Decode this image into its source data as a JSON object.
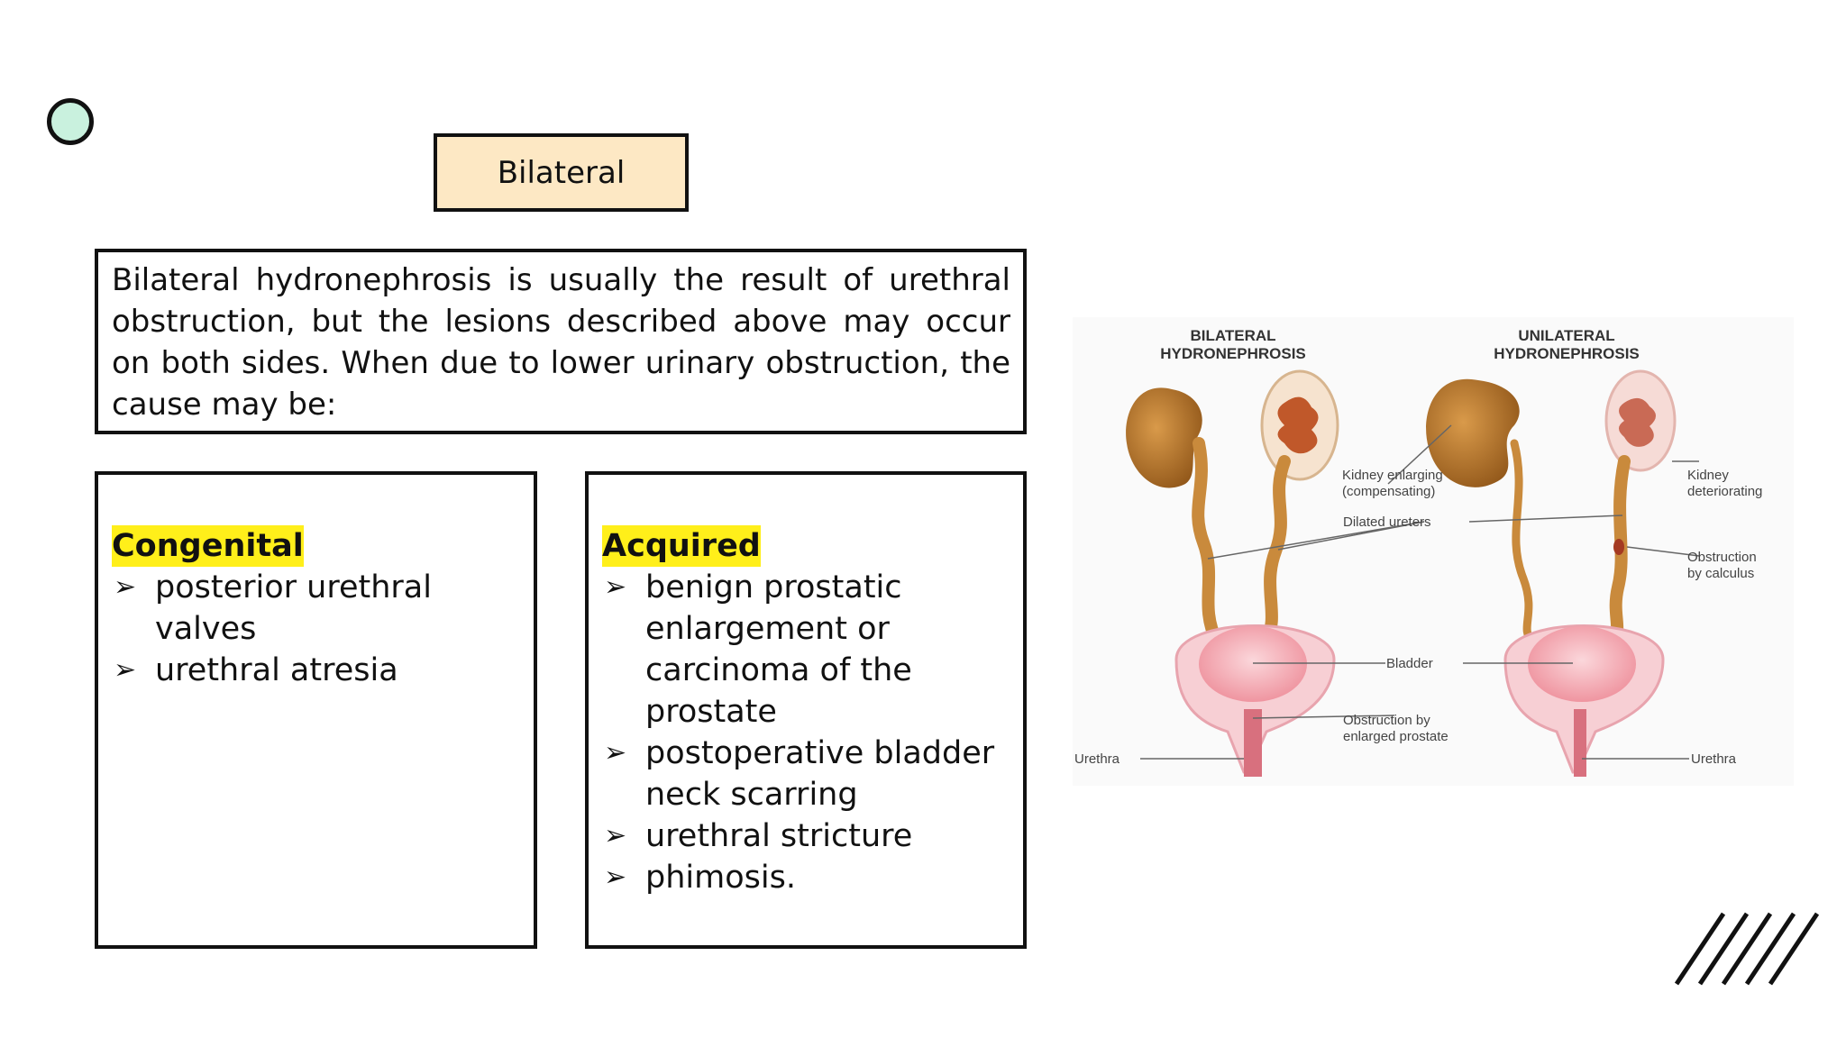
{
  "slide": {
    "title": "Bilateral",
    "intro": "Bilateral hydronephrosis is usually the result of urethral obstruction, but the lesions described above may occur on both sides. When due to lower urinary obstruction, the cause may be:"
  },
  "categories": {
    "congenital": {
      "title": "Congenital",
      "items": [
        "posterior urethral valves",
        "urethral atresia"
      ]
    },
    "acquired": {
      "title": "Acquired",
      "items": [
        "benign prostatic enlargement or carcinoma of the prostate",
        "postoperative bladder neck scarring",
        "urethral stricture",
        "phimosis."
      ]
    }
  },
  "bullet_glyph": "➢",
  "figure": {
    "heading_left": [
      "BILATERAL",
      "HYDRONEPHROSIS"
    ],
    "heading_right": [
      "UNILATERAL",
      "HYDRONEPHROSIS"
    ],
    "labels": {
      "kidney_enlarging": [
        "Kidney enlarging",
        "(compensating)"
      ],
      "dilated_ureters": "Dilated ureters",
      "bladder": "Bladder",
      "obstruction_prostate": [
        "Obstruction by",
        "enlarged prostate"
      ],
      "urethra_left": "Urethra",
      "urethra_right": "Urethra",
      "kidney_deteriorating": [
        "Kidney",
        "deteriorating"
      ],
      "obstruction_calculus": [
        "Obstruction",
        "by calculus"
      ]
    }
  },
  "colors": {
    "title_bg": "#fde8c4",
    "highlight": "#ffef1a",
    "circle_fill": "#c9f1de",
    "kidney": "#b8742a",
    "bladder": "#f4a3ad"
  }
}
